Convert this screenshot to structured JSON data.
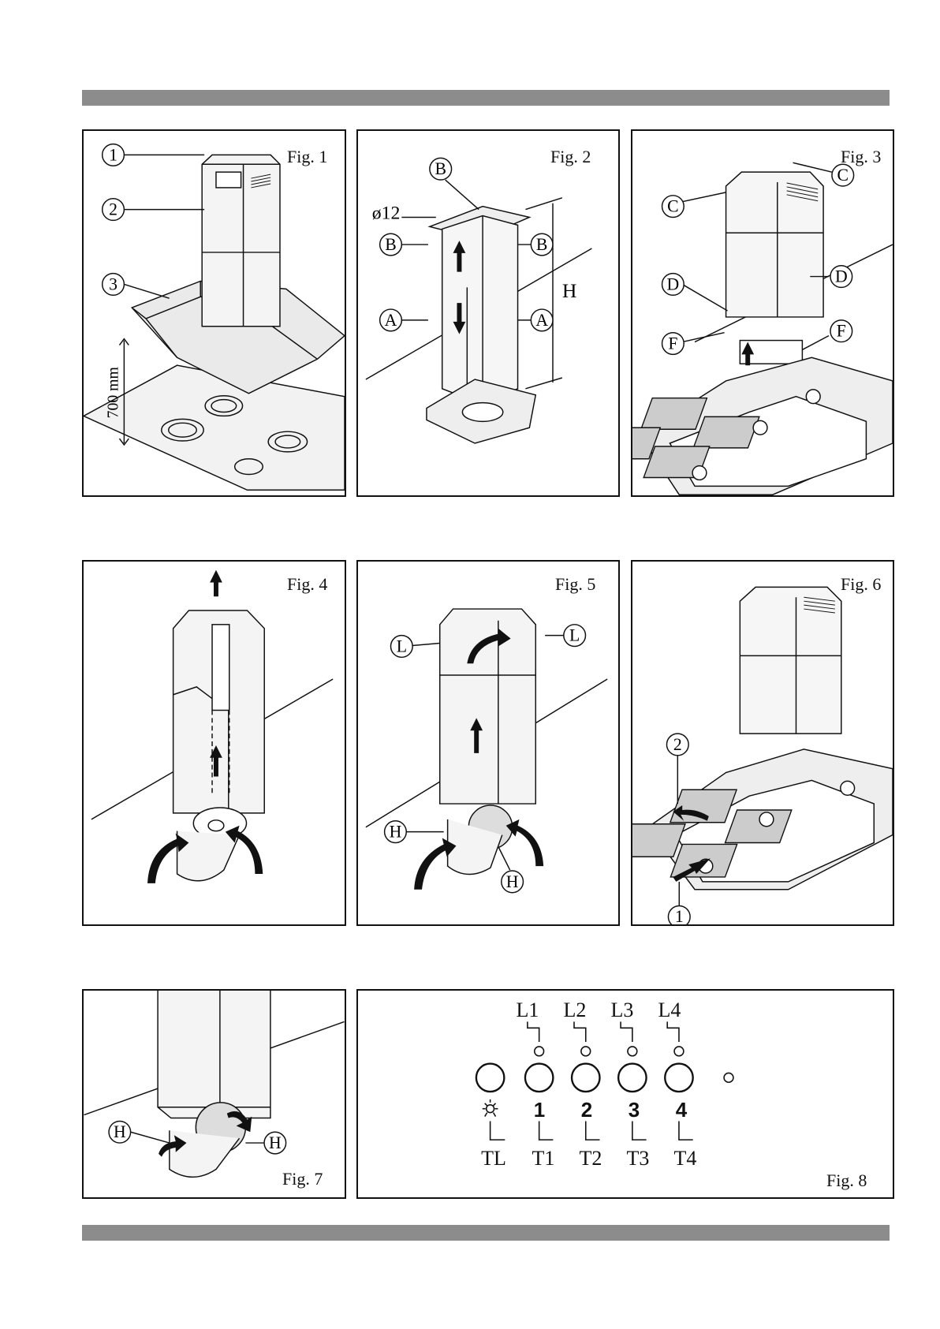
{
  "figures": {
    "f1": {
      "label": "Fig. 1",
      "c1": "1",
      "c2": "2",
      "c3": "3",
      "dim": "700 mm"
    },
    "f2": {
      "label": "Fig. 2",
      "B": "B",
      "A": "A",
      "H": "H",
      "dia": "ø12"
    },
    "f3": {
      "label": "Fig. 3",
      "C": "C",
      "D": "D",
      "F": "F"
    },
    "f4": {
      "label": "Fig. 4"
    },
    "f5": {
      "label": "Fig. 5",
      "L": "L",
      "H": "H"
    },
    "f6": {
      "label": "Fig. 6",
      "c1": "1",
      "c2": "2"
    },
    "f7": {
      "label": "Fig. 7",
      "H": "H"
    },
    "f8": {
      "label": "Fig. 8",
      "leds": [
        "L1",
        "L2",
        "L3",
        "L4"
      ],
      "keys": [
        "1",
        "2",
        "3",
        "4"
      ],
      "bottom": [
        "TL",
        "T1",
        "T2",
        "T3",
        "T4"
      ],
      "light_icon": "light-bulb-icon"
    }
  }
}
